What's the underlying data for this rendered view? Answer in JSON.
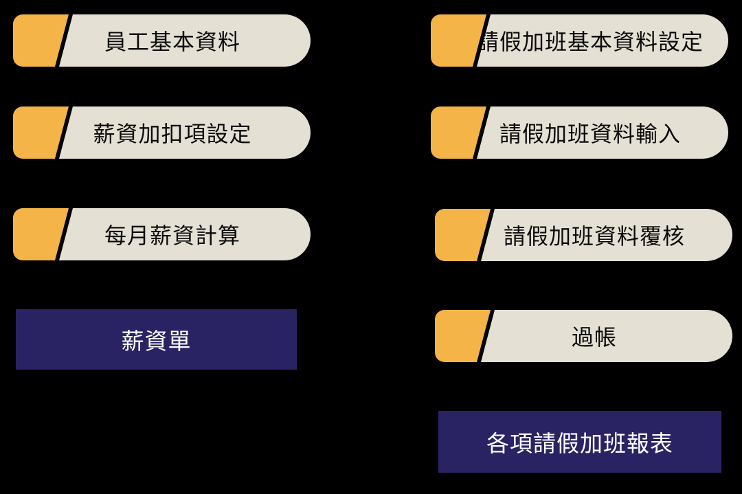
{
  "diagram": {
    "background": "#000000",
    "colors": {
      "tab_accent_orange": "#F5B447",
      "pill_body_beige": "#E5E0D4",
      "highlight_navy": "#2A2363",
      "pill_text": "#0A0A0A",
      "highlight_text": "#FFFFFF"
    },
    "left_column": {
      "items": [
        {
          "label": "員工基本資料",
          "style": "pill"
        },
        {
          "label": "薪資加扣項設定",
          "style": "pill"
        },
        {
          "label": "每月薪資計算",
          "style": "pill"
        },
        {
          "label": "薪資單",
          "style": "highlight"
        }
      ]
    },
    "right_column": {
      "items": [
        {
          "label": "請假加班基本資料設定",
          "style": "pill"
        },
        {
          "label": "請假加班資料輸入",
          "style": "pill"
        },
        {
          "label": "請假加班資料覆核",
          "style": "pill"
        },
        {
          "label": "過帳",
          "style": "pill"
        },
        {
          "label": "各項請假加班報表",
          "style": "highlight"
        }
      ]
    }
  }
}
